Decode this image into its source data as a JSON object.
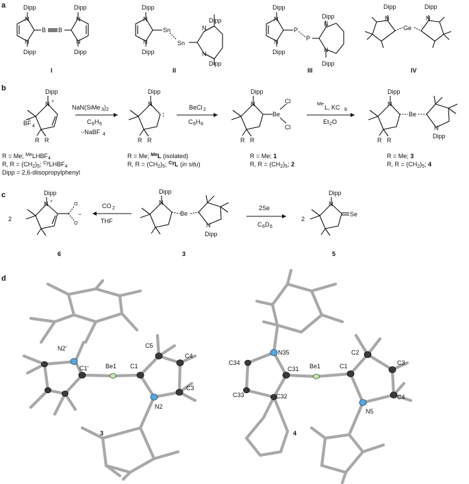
{
  "panels": {
    "a": "a",
    "b": "b",
    "c": "c",
    "d": "d"
  },
  "panel_a": {
    "compounds": [
      {
        "id": "I",
        "subs": [
          "Dipp",
          "Dipp",
          "Dipp",
          "Dipp"
        ],
        "atoms": [
          "B",
          "B"
        ]
      },
      {
        "id": "II",
        "subs": [
          "Dipp",
          "Dipp",
          "Dipp",
          "Dipp"
        ],
        "atoms": [
          "Sn",
          "Sn"
        ]
      },
      {
        "id": "III",
        "subs": [
          "Dipp",
          "Dipp",
          "Dipp",
          "Dipp"
        ],
        "atoms": [
          "P",
          "P"
        ]
      },
      {
        "id": "IV",
        "subs": [
          "Dipp",
          "Dipp"
        ],
        "atoms": [
          "Ge"
        ]
      }
    ]
  },
  "panel_b": {
    "N": "N",
    "Dipp": "Dipp",
    "BF4": "BF",
    "BF4_sub": "4",
    "minus": "−",
    "plus": "+",
    "R": "R",
    "reagent1_top": "NaN(SiMe",
    "reagent1_top_sub": "3",
    "reagent1_top_end": ")",
    "reagent1_top_sub2": "2",
    "reagent1_mid": "C",
    "reagent1_mid_h": "H",
    "reagent1_mid_s1": "6",
    "reagent1_mid_s2": "6",
    "reagent1_bot": "−NaBF",
    "reagent1_bot_sub": "4",
    "reagent2_top": "BeCl",
    "reagent2_top_sub": "2",
    "reagent2_bot": "C",
    "reagent2_bot_h": "H",
    "reagent3_top_sup": "Me",
    "reagent3_top": "L, KC",
    "reagent3_top_sub": "8",
    "reagent3_bot": "Et",
    "reagent3_bot_o": "O",
    "reagent3_bot_sub": "2",
    "Be": "Be",
    "Cl": "Cl",
    "colon": ":",
    "legend1": [
      "R = Me; ",
      "Me",
      "LHBF",
      "4"
    ],
    "legend2": [
      "R, R = (CH",
      "2",
      ")",
      "5",
      "; ",
      "Cy",
      "LHBF",
      "4"
    ],
    "legend3": "Dipp = 2,6-diisopropylphenyl",
    "legend4": [
      "R = Me; ",
      "Me",
      "L",
      " (isolated)"
    ],
    "legend5": [
      "R, R = (CH",
      "2",
      ")",
      "5",
      "; ",
      "Cy",
      "L",
      " (",
      "in situ",
      ")"
    ],
    "legend6": [
      "R = Me; ",
      "1"
    ],
    "legend7": [
      "R, R = (CH",
      "2",
      ")",
      "5",
      "; ",
      "2"
    ],
    "legend8": [
      "R = Me; ",
      "3"
    ],
    "legend9": [
      "R, R = (CH",
      "2",
      ")",
      "5",
      "; ",
      "4"
    ]
  },
  "panel_c": {
    "coef_left": "2",
    "coef_right": "2",
    "reagentL_top": "CO",
    "reagentL_top_sub": "2",
    "reagentL_bot": "THF",
    "reagentR_top": "2Se",
    "reagentR_bot": "C",
    "reagentR_bot_d": "D",
    "reagentR_bot_s": "6",
    "Se": "Se",
    "O_top": "O",
    "O_bot": "O",
    "label6": "6",
    "label3": "3",
    "label5": "5"
  },
  "panel_d": {
    "left_labels": {
      "N2p": "N2′",
      "C1p": "C1′",
      "Be1": "Be1",
      "C1": "C1",
      "C5": "C5",
      "C4": "C4",
      "C3": "C3",
      "N2": "N2"
    },
    "left_id": "3",
    "right_labels": {
      "N35": "N35",
      "C34": "C34",
      "C31": "C31",
      "C33": "C33",
      "C32": "C32",
      "Be1": "Be1",
      "C1": "C1",
      "C2": "C2",
      "C3": "C3",
      "C4": "C4",
      "N5": "N5"
    },
    "right_id": "4"
  }
}
